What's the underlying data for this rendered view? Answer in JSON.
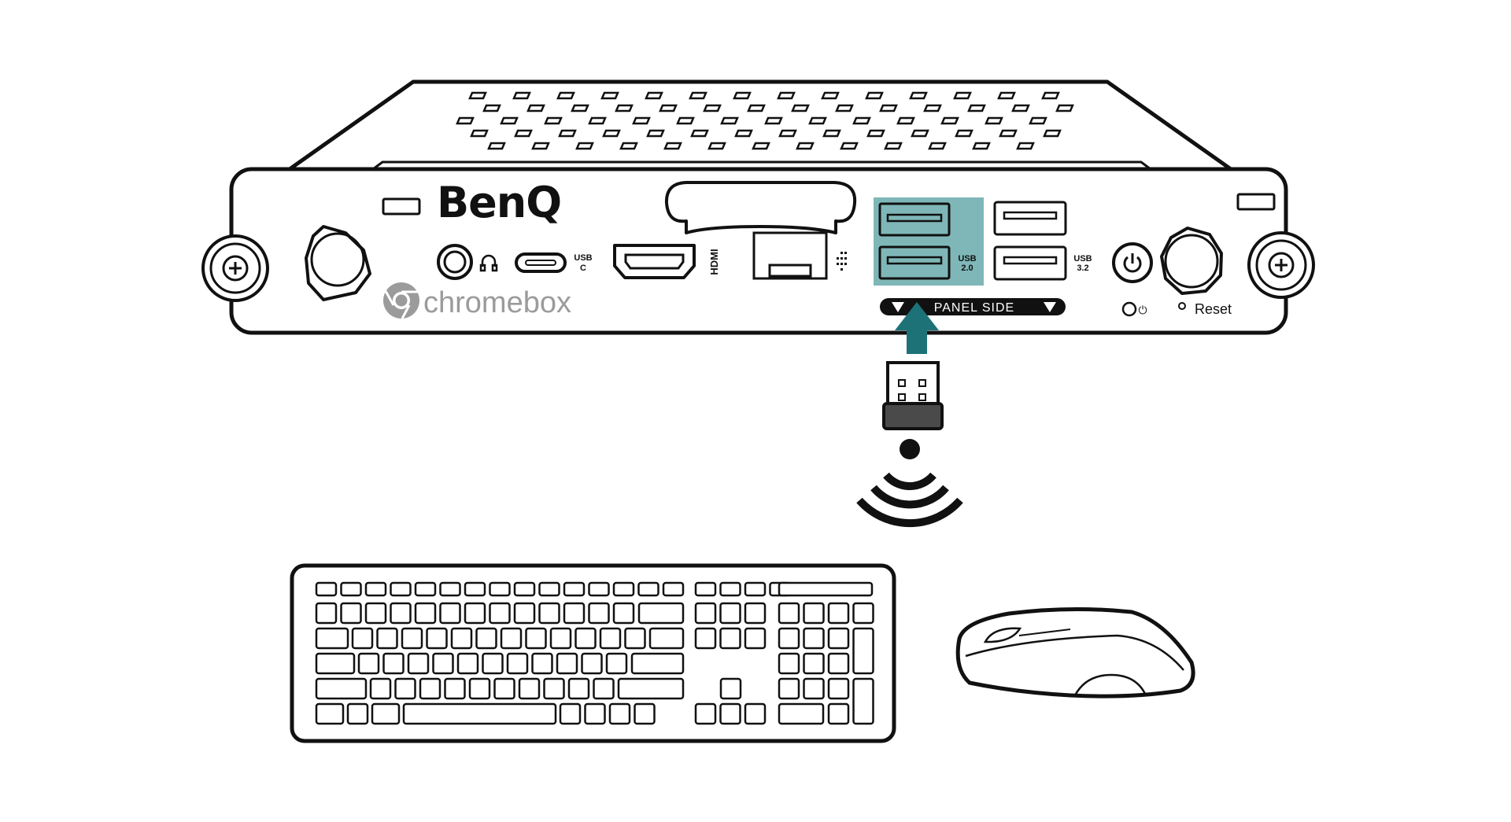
{
  "device": {
    "brand": "BenQ",
    "os_logo_text": "chromebox",
    "ports": {
      "usb_c_label_line1": "USB",
      "usb_c_label_line2": "C",
      "hdmi_label": "HDMI",
      "usb20_label_line1": "USB",
      "usb20_label_line2": "2.0",
      "usb32_label_line1": "USB",
      "usb32_label_line2": "3.2"
    },
    "panel_side_label": "PANEL SIDE",
    "power_led_symbol": "⏻",
    "reset_label": "Reset"
  },
  "icons": [
    "screw-icon",
    "antenna-connector-icon",
    "headphone-icon",
    "power-icon",
    "ethernet-icon",
    "wireless-signal-icon",
    "usb-dongle-icon",
    "arrow-up-icon",
    "keyboard-icon",
    "mouse-icon"
  ],
  "colors": {
    "highlight": "#7fb7b8",
    "arrow": "#1d7278",
    "outline": "#111111",
    "logo_grey": "#9b9b9b"
  }
}
